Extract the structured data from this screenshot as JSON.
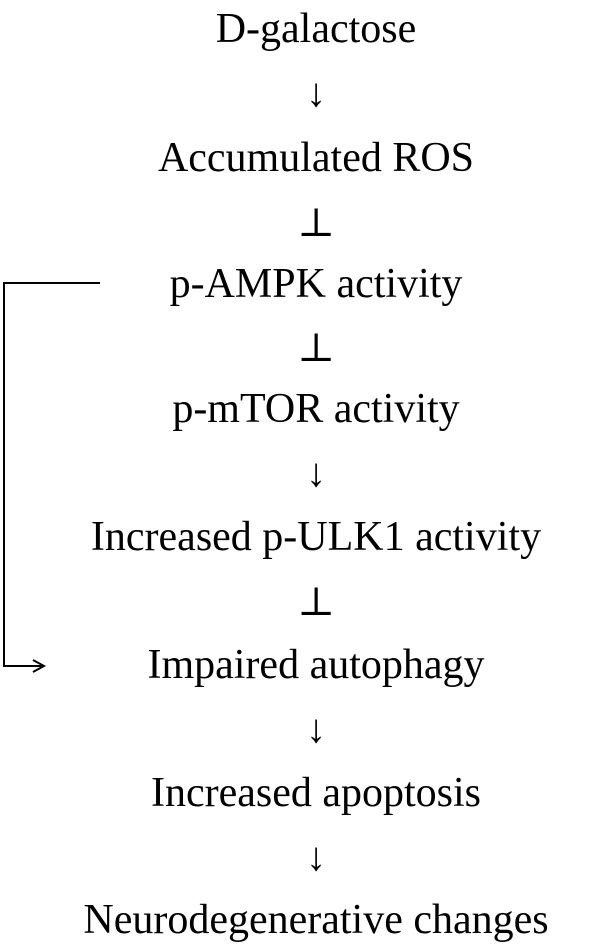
{
  "diagram": {
    "nodes": [
      "D-galactose",
      "Accumulated ROS",
      "p-AMPK activity",
      "p-mTOR activity",
      "Increased p-ULK1 activity",
      "Impaired autophagy",
      "Increased apoptosis",
      "Neurodegenerative changes"
    ],
    "connectors": [
      "↓",
      "⊥",
      "⊥",
      "↓",
      "⊥",
      "↓",
      "↓"
    ],
    "feedback": {
      "from": "p-AMPK activity",
      "to": "Impaired autophagy",
      "arrow": "→"
    }
  }
}
